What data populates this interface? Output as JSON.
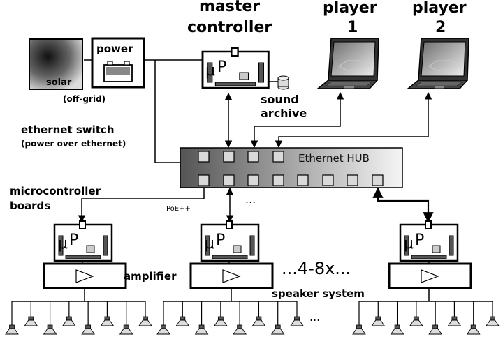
{
  "labels": {
    "master_controller_line1": "master",
    "master_controller_line2": "controller",
    "player1_line1": "player",
    "player1_line2": "1",
    "player2_line1": "player",
    "player2_line2": "2",
    "solar": "solar",
    "power": "power",
    "off_grid": "(off-grid)",
    "sound_archive_line1": "sound",
    "sound_archive_line2": "archive",
    "ethernet_switch": "ethernet switch",
    "poe": "(power over ethernet)",
    "hub": "Ethernet HUB",
    "hub_ellipsis": "...",
    "mcb_line1": "microcontroller",
    "mcb_line2": "boards",
    "poe_pp": "PoE++",
    "up_mu": "μ",
    "up_p": "P",
    "amplifier": "amplifier",
    "multiplier": "...4-8x...",
    "speaker_system": "speaker system",
    "speaker_ellipsis": "..."
  },
  "colors": {
    "stroke": "#000000",
    "hub_dark": "#555555",
    "hub_light": "#f5f5f5",
    "port_fill": "#d9d9d9",
    "chip_fill": "#555555",
    "laptop_body": "#3a3a3a",
    "laptop_screen_dark": "#7a7a7a",
    "laptop_screen_light": "#e8e8e8"
  },
  "icons": {
    "solar": "solar-panel-icon",
    "battery": "battery-icon",
    "database": "database-icon",
    "laptop": "laptop-icon",
    "amplifier": "amplifier-triangle-icon",
    "speaker": "speaker-icon"
  }
}
